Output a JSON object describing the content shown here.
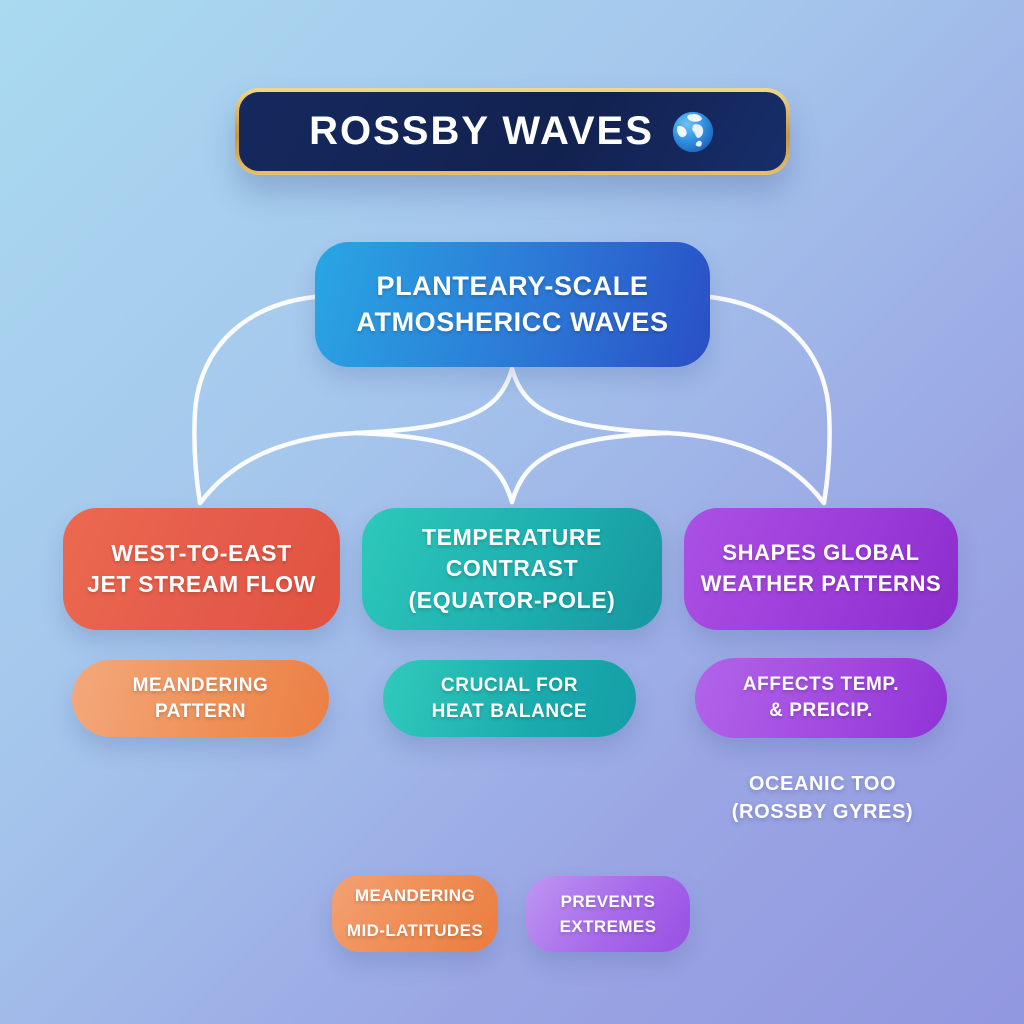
{
  "title": {
    "label": "ROSSBY WAVES",
    "icon": "globe-icon"
  },
  "nodes": {
    "root": {
      "line1": "PLANTEARY-SCALE",
      "line2": "ATMOSHERICC WAVES"
    },
    "branch1": {
      "line1": "WEST-TO-EAST",
      "line2": "JET STREAM FLOW"
    },
    "branch2": {
      "line1": "TEMPERATURE CONTRAST",
      "line2": "(EQUATOR-POLE)"
    },
    "branch3": {
      "line1": "SHAPES GLOBAL",
      "line2": "WEATHER PATTERNS"
    },
    "sub1": {
      "line1": "MEANDERING",
      "line2": "PATTERN"
    },
    "sub2": {
      "line1": "CRUCIAL FOR",
      "line2": "HEAT BALANCE"
    },
    "sub3": {
      "line1": "AFFECTS TEMP.",
      "line2": "& PREICIP."
    },
    "note": {
      "line1": "OCEANIC TOO",
      "line2": "(ROSSBY GYRES)"
    },
    "bottom1": {
      "line1": "MEANDERING",
      "line2": "MID-LATITUDES"
    },
    "bottom2": {
      "line1": "PREVENTS",
      "line2": "EXTREMES"
    }
  },
  "colors": {
    "background_top_left": "#a9daf0",
    "background_bottom_right": "#9297df",
    "banner_navy": "#15295f",
    "banner_gold": "#d9a94f",
    "root_blue_start": "#29a6e3",
    "root_blue_end": "#2a4fc6",
    "branch_red": "#e55b49",
    "branch_teal": "#1dadae",
    "branch_purple": "#9c3cd9",
    "pill_orange": "#ef9159",
    "pill_teal": "#1babad",
    "pill_purple": "#a24ae0",
    "bottom_orange": "#ee8a50",
    "bottom_purple": "#a868ea",
    "connector_white": "#ffffff",
    "text_white": "#ffffff"
  }
}
